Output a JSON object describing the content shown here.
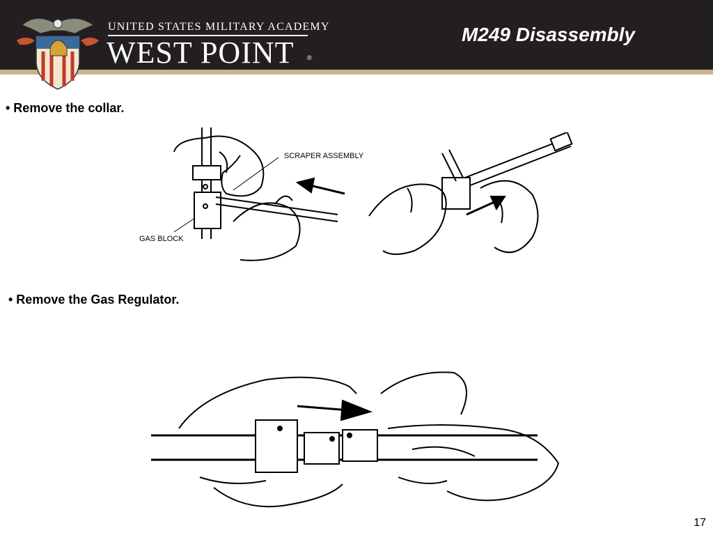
{
  "header": {
    "institution": "UNITED STATES MILITARY ACADEMY",
    "brand": "WEST POINT",
    "registered": "®",
    "title": "M249 Disassembly",
    "colors": {
      "bar": "#231f20",
      "rule": "#c9b48c",
      "text": "#ffffff"
    },
    "crest_icon": "usma-crest-icon"
  },
  "bullets": [
    {
      "text": "• Remove the collar."
    },
    {
      "text": "• Remove the Gas Regulator."
    }
  ],
  "figures": {
    "collar_left": {
      "labels": {
        "scraper": "SCRAPER ASSEMBLY",
        "gas_block": "GAS BLOCK"
      }
    },
    "collar_right": {},
    "regulator": {}
  },
  "footer": {
    "page_number": "17"
  }
}
